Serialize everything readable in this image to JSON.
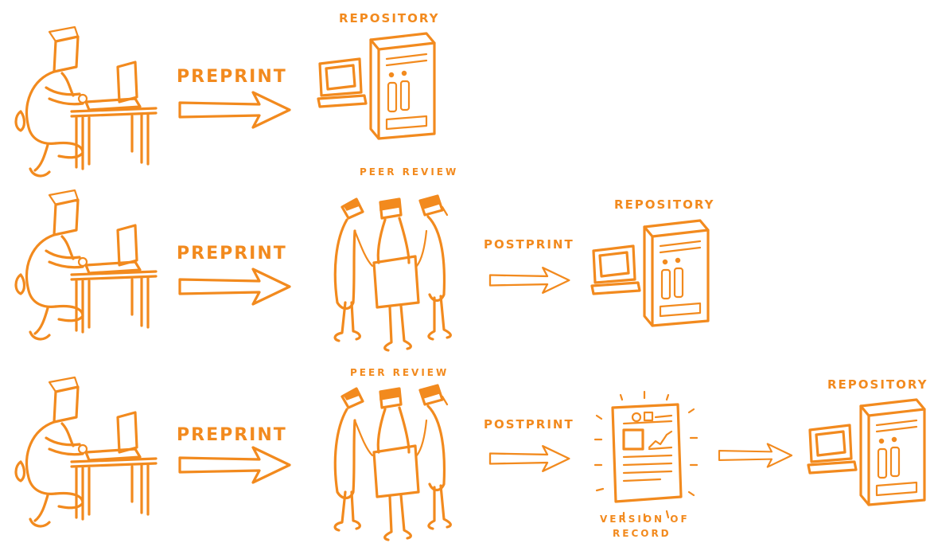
{
  "labels": {
    "preprint": "PREPRINT",
    "postprint": "POSTPRINT",
    "peer_review": "PEER REVIEW",
    "repository": "REPOSITORY",
    "version_of_record_line1": "VERSION OF",
    "version_of_record_line2": "RECORD"
  },
  "colors": {
    "ink": "#f28a1e",
    "background": "#ffffff"
  },
  "rows": [
    {
      "steps": [
        "author-at-desk",
        "preprint-arrow",
        "repository"
      ]
    },
    {
      "steps": [
        "author-at-desk",
        "preprint-arrow",
        "peer-review",
        "postprint-arrow",
        "repository"
      ]
    },
    {
      "steps": [
        "author-at-desk",
        "preprint-arrow",
        "peer-review",
        "postprint-arrow",
        "version-of-record",
        "arrow",
        "repository"
      ]
    }
  ]
}
